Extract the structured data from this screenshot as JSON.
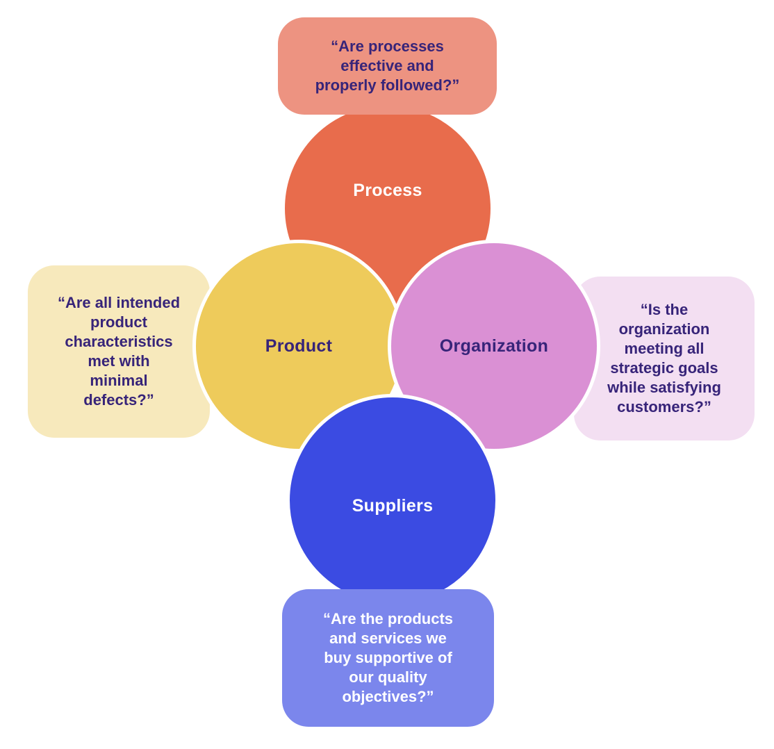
{
  "diagram": {
    "type": "venn-cross-diagram",
    "theme": {
      "background": "#ffffff",
      "circle_stroke": "#ffffff",
      "dark_text": "#372479",
      "light_text": "#ffffff"
    },
    "circles": [
      {
        "id": "process",
        "label": "Process",
        "color": "#E86C4C",
        "text_color": "#ffffff"
      },
      {
        "id": "product",
        "label": "Product",
        "color": "#EECB5B",
        "text_color": "#372479"
      },
      {
        "id": "organization",
        "label": "Organization",
        "color": "#DA90D4",
        "text_color": "#372479"
      },
      {
        "id": "suppliers",
        "label": "Suppliers",
        "color": "#3B4BE2",
        "text_color": "#ffffff"
      }
    ],
    "callouts": [
      {
        "id": "process-question",
        "text": "“Are processes\neffective and\nproperly followed?”",
        "color": "#ED9381",
        "text_color": "#372479"
      },
      {
        "id": "product-question",
        "text": "“Are all intended\nproduct\ncharacteristics\nmet with\nminimal\ndefects?”",
        "color": "#F7E9BC",
        "text_color": "#372479"
      },
      {
        "id": "organization-question",
        "text": "“Is the\norganization\nmeeting all\nstrategic goals\nwhile satisfying\ncustomers?”",
        "color": "#F3DFF2",
        "text_color": "#372479"
      },
      {
        "id": "suppliers-question",
        "text": "“Are the products\nand services we\nbuy supportive of\nour quality\nobjectives?”",
        "color": "#7B86EC",
        "text_color": "#ffffff"
      }
    ]
  }
}
